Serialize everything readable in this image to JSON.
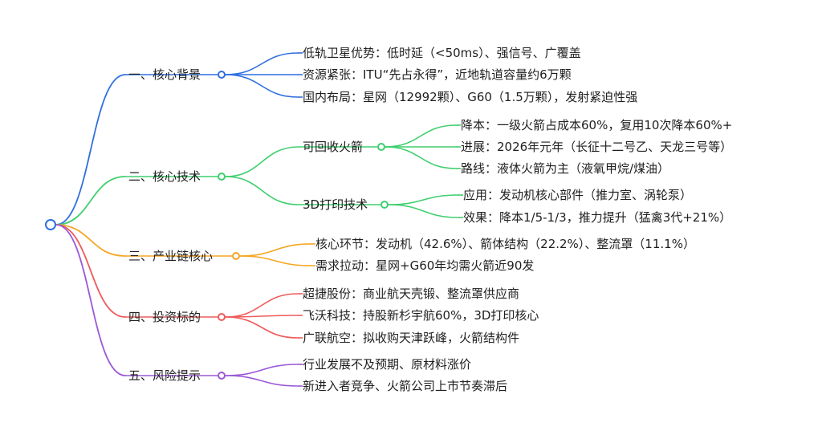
{
  "mindmap": {
    "branches": [
      {
        "label": "一、核心背景",
        "color": "#2f6fe0",
        "children": [
          {
            "label": "低轨卫星优势：低时延（<50ms）、强信号、广覆盖"
          },
          {
            "label": "资源紧张：ITU“先占永得”，近地轨道容量约6万颗"
          },
          {
            "label": "国内布局：星网（12992颗）、G60（1.5万颗），发射紧迫性强"
          }
        ]
      },
      {
        "label": "二、核心技术",
        "color": "#3ecf6e",
        "children": [
          {
            "label": "可回收火箭",
            "children": [
              {
                "label": "降本：一级火箭占成本60%，复用10次降本60%+"
              },
              {
                "label": "进展：2026年元年（长征十二号乙、天龙三号等）"
              },
              {
                "label": "路线：液体火箭为主（液氧甲烷/煤油）"
              }
            ]
          },
          {
            "label": "3D打印技术",
            "children": [
              {
                "label": "应用：发动机核心部件（推力室、涡轮泵）"
              },
              {
                "label": "效果：降本1/5-1/3，推力提升（猛禽3代+21%）"
              }
            ]
          }
        ]
      },
      {
        "label": "三、产业链核心",
        "color": "#f5a623",
        "children": [
          {
            "label": "核心环节：发动机（42.6%）、箭体结构（22.2%）、整流罩（11.1%）"
          },
          {
            "label": "需求拉动：星网+G60年均需火箭近90发"
          }
        ]
      },
      {
        "label": "四、投资标的",
        "color": "#ef5b5b",
        "children": [
          {
            "label": "超捷股份：商业航天壳锻、整流罩供应商"
          },
          {
            "label": "飞沃科技：持股新杉宇航60%，3D打印核心"
          },
          {
            "label": "广联航空：拟收购天津跃峰，火箭结构件"
          }
        ]
      },
      {
        "label": "五、风险提示",
        "color": "#9b59d6",
        "children": [
          {
            "label": "行业发展不及预期、原材料涨价"
          },
          {
            "label": "新进入者竞争、火箭公司上市节奏滞后"
          }
        ]
      }
    ]
  }
}
